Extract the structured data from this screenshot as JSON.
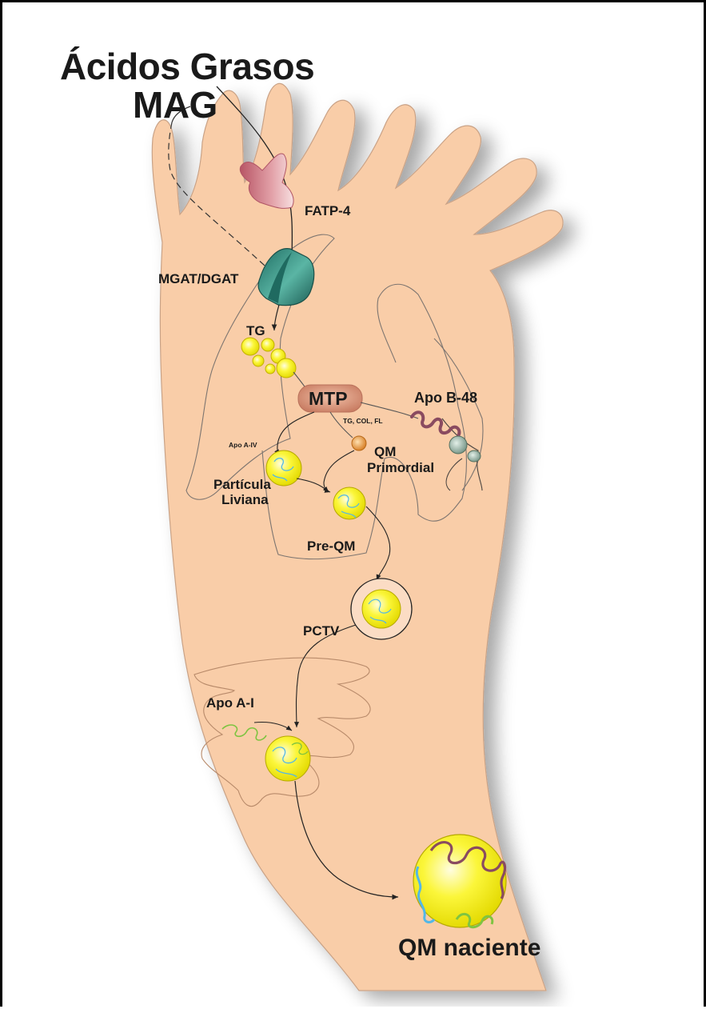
{
  "title": {
    "line1": "Ácidos Grasos",
    "line2": "MAG"
  },
  "labels": {
    "fatp4": "FATP-4",
    "mgat_dgat": "MGAT/DGAT",
    "tg": "TG",
    "mtp": "MTP",
    "apo_b48": "Apo B-48",
    "tg_col_fl": "TG, COL, FL",
    "apo_a4": "Apo A-IV",
    "qm_primordial_1": "QM",
    "qm_primordial_2": "Primordial",
    "particula_1": "Partícula",
    "particula_2": "Liviana",
    "pre_qm": "Pre-QM",
    "pctv": "PCTV",
    "apo_a1": "Apo A-I",
    "qm_naciente": "QM naciente"
  },
  "colors": {
    "cell_fill": "#f9cda8",
    "cell_stroke": "#c9a286",
    "lipid_yellow": "#f4f200",
    "mtp_fill": "#d9957a",
    "mgat_fill": "#2f8a7c",
    "fatp_fill": "#c86e78",
    "apo_b48": "#8a4b60",
    "apo_a1": "#7fc441",
    "apo_a4_blue": "#53b7e6",
    "qm_primordial_fill": "#e89a40",
    "apo_b_particle": "#8fa89a"
  }
}
